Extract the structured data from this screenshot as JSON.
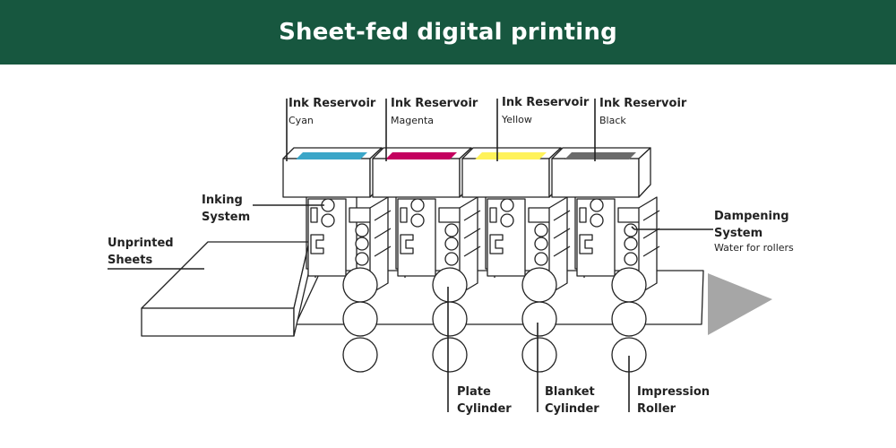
{
  "header": {
    "title": "Sheet-fed digital printing"
  },
  "ink_reservoirs": [
    {
      "label": "Ink Reservoir",
      "color_name": "Cyan",
      "ink_color": "#3ba6c8"
    },
    {
      "label": "Ink Reservoir",
      "color_name": "Magenta",
      "ink_color": "#c4005f"
    },
    {
      "label": "Ink Reservoir",
      "color_name": "Yellow",
      "ink_color": "#fff25a"
    },
    {
      "label": "Ink Reservoir",
      "color_name": "Black",
      "ink_color": "#6b6b6b"
    }
  ],
  "labels": {
    "inking_system": [
      "Inking",
      "System"
    ],
    "unprinted_sheets": [
      "Unprinted",
      "Sheets"
    ],
    "dampening_system": [
      "Dampening",
      "System"
    ],
    "dampening_sub": "Water for rollers",
    "plate_cylinder": [
      "Plate",
      "Cylinder"
    ],
    "blanket_cylinder": [
      "Blanket",
      "Cylinder"
    ],
    "impression_roller": [
      "Impression",
      "Roller"
    ]
  },
  "colors": {
    "header_bg": "#17573f",
    "arrow": "#a6a6a6",
    "line": "#222222"
  }
}
